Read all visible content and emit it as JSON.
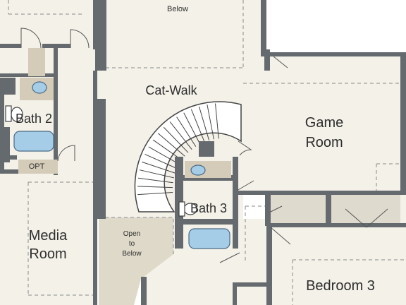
{
  "labels": {
    "below_top": "Below",
    "cat_walk": "Cat-Walk",
    "game_room_line1": "Game",
    "game_room_line2": "Room",
    "bath2": "Bath 2",
    "opt": "OPT",
    "bath3": "Bath 3",
    "media_line1": "Media",
    "media_line2": "Room",
    "open_line1": "Open",
    "open_line2": "to",
    "open_line3": "Below",
    "bedroom3": "Bedroom 3"
  },
  "colors": {
    "floor": "#f3f1e8",
    "wall": "#656a6e",
    "tile": "#d4ccb8",
    "counter": "#dedace",
    "fixture_fill": "#a6cde8",
    "fixture_edge": "#4a6b85",
    "open_area": "#ded9c8",
    "dashed": "#8a8a8a",
    "text": "#2e2e2e"
  }
}
